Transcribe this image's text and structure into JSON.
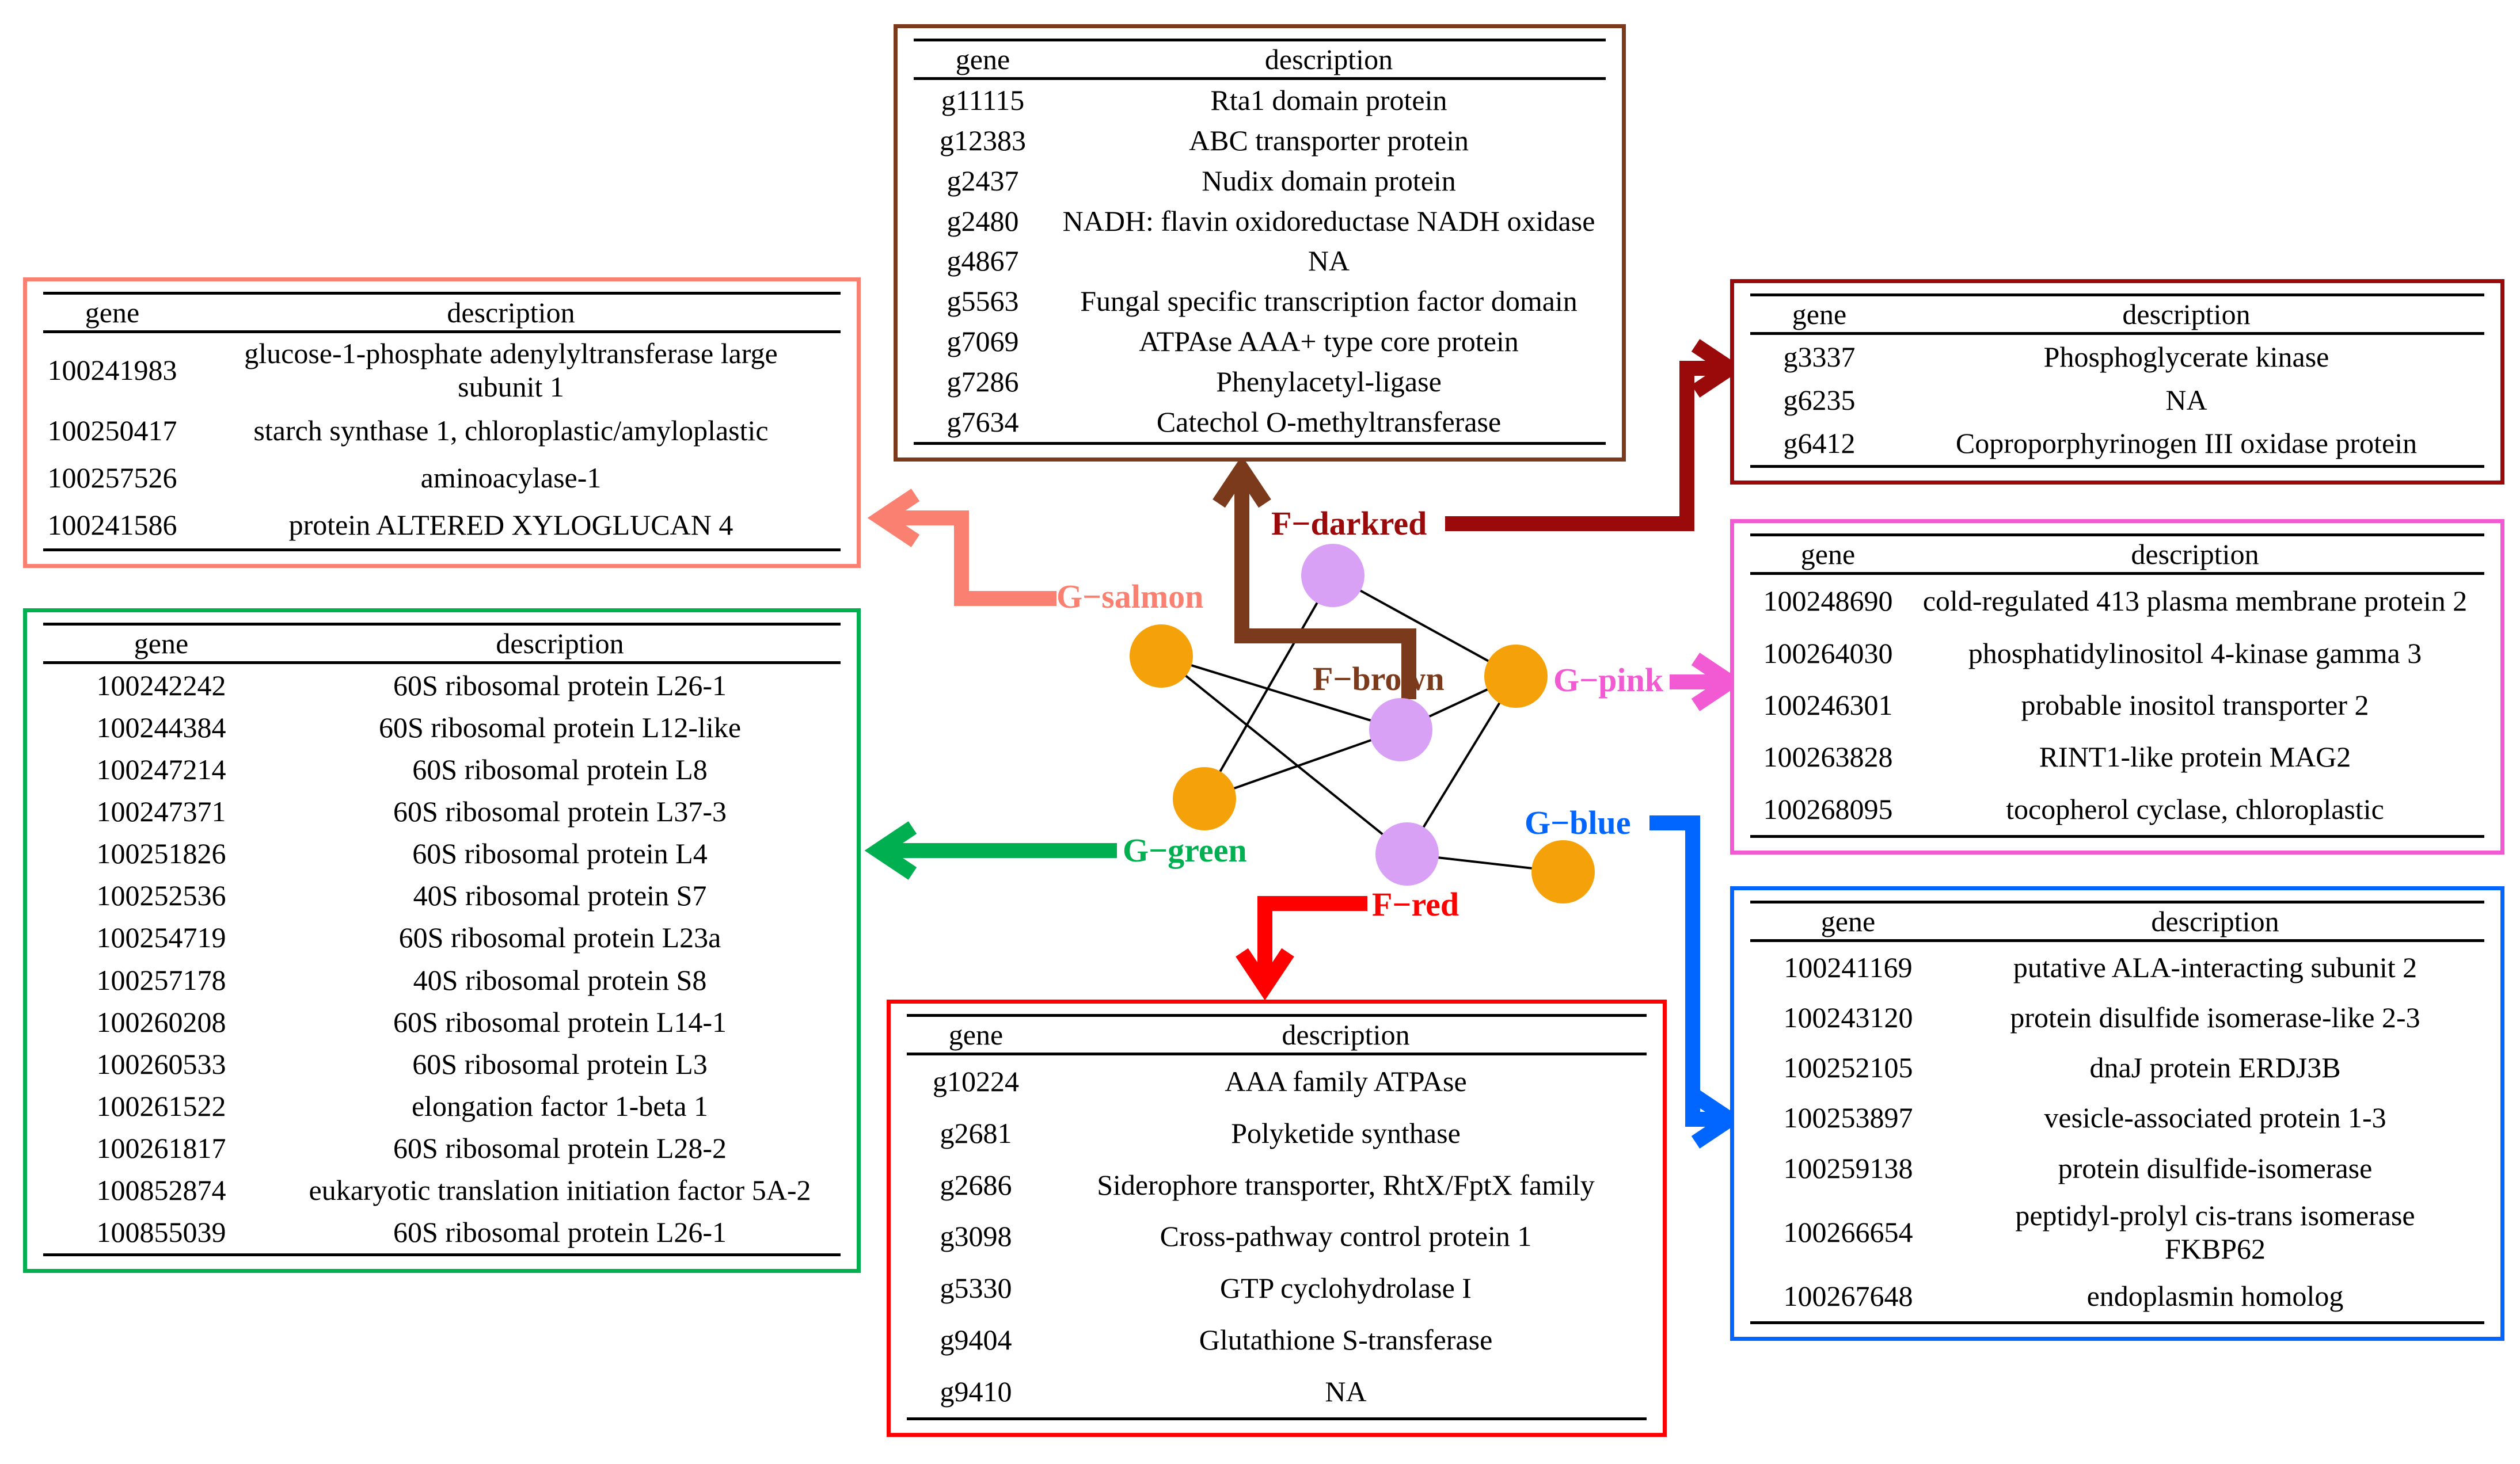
{
  "colors": {
    "salmon": "#fa8072",
    "brown": "#7b3a1c",
    "darkred": "#9a0a0a",
    "pink": "#f25ad4",
    "green": "#00b050",
    "blue": "#0066ff",
    "red": "#ff0000",
    "node_orange": "#f5a20a",
    "node_violet": "#d9a1f5"
  },
  "headers": {
    "gene": "gene",
    "description": "description"
  },
  "module_labels": {
    "salmon": "G−salmon",
    "brown": "F−brown",
    "darkred": "F−darkred",
    "pink": "G−pink",
    "green": "G−green",
    "blue": "G−blue",
    "red": "F−red"
  },
  "tables": {
    "salmon": {
      "rows": [
        {
          "gene": "100241983",
          "description": [
            "glucose-1-phosphate adenylyltransferase large",
            "subunit 1"
          ]
        },
        {
          "gene": "100250417",
          "description": [
            "starch synthase 1, chloroplastic/amyloplastic"
          ]
        },
        {
          "gene": "100257526",
          "description": [
            "aminoacylase-1"
          ]
        },
        {
          "gene": "100241586",
          "description": [
            "protein ALTERED XYLOGLUCAN 4"
          ]
        }
      ]
    },
    "brown": {
      "rows": [
        {
          "gene": "g11115",
          "description": [
            "Rta1 domain protein"
          ]
        },
        {
          "gene": "g12383",
          "description": [
            "ABC transporter protein"
          ]
        },
        {
          "gene": "g2437",
          "description": [
            "Nudix domain protein"
          ]
        },
        {
          "gene": "g2480",
          "description": [
            "NADH: flavin oxidoreductase NADH oxidase"
          ]
        },
        {
          "gene": "g4867",
          "description": [
            "NA"
          ]
        },
        {
          "gene": "g5563",
          "description": [
            "Fungal specific transcription factor domain"
          ]
        },
        {
          "gene": "g7069",
          "description": [
            "ATPAse AAA+ type core protein"
          ]
        },
        {
          "gene": "g7286",
          "description": [
            "Phenylacetyl-ligase"
          ]
        },
        {
          "gene": "g7634",
          "description": [
            "Catechol O-methyltransferase"
          ]
        }
      ]
    },
    "darkred": {
      "rows": [
        {
          "gene": "g3337",
          "description": [
            "Phosphoglycerate kinase"
          ]
        },
        {
          "gene": "g6235",
          "description": [
            "NA"
          ]
        },
        {
          "gene": "g6412",
          "description": [
            "Coproporphyrinogen III oxidase protein"
          ]
        }
      ]
    },
    "pink": {
      "rows": [
        {
          "gene": "100248690",
          "description": [
            "cold-regulated 413 plasma membrane protein 2"
          ]
        },
        {
          "gene": "100264030",
          "description": [
            "phosphatidylinositol 4-kinase gamma 3"
          ]
        },
        {
          "gene": "100246301",
          "description": [
            "probable inositol transporter 2"
          ]
        },
        {
          "gene": "100263828",
          "description": [
            "RINT1-like protein MAG2"
          ]
        },
        {
          "gene": "100268095",
          "description": [
            "tocopherol cyclase, chloroplastic"
          ]
        }
      ]
    },
    "green": {
      "rows": [
        {
          "gene": "100242242",
          "description": [
            "60S ribosomal protein L26-1"
          ]
        },
        {
          "gene": "100244384",
          "description": [
            "60S ribosomal protein L12-like"
          ]
        },
        {
          "gene": "100247214",
          "description": [
            "60S ribosomal protein L8"
          ]
        },
        {
          "gene": "100247371",
          "description": [
            "60S ribosomal protein L37-3"
          ]
        },
        {
          "gene": "100251826",
          "description": [
            "60S ribosomal protein L4"
          ]
        },
        {
          "gene": "100252536",
          "description": [
            "40S ribosomal protein S7"
          ]
        },
        {
          "gene": "100254719",
          "description": [
            "60S ribosomal protein L23a"
          ]
        },
        {
          "gene": "100257178",
          "description": [
            "40S ribosomal protein S8"
          ]
        },
        {
          "gene": "100260208",
          "description": [
            "60S ribosomal protein L14-1"
          ]
        },
        {
          "gene": "100260533",
          "description": [
            "60S ribosomal protein L3"
          ]
        },
        {
          "gene": "100261522",
          "description": [
            "elongation factor 1-beta 1"
          ]
        },
        {
          "gene": "100261817",
          "description": [
            "60S ribosomal protein L28-2"
          ]
        },
        {
          "gene": "100852874",
          "description": [
            "eukaryotic translation initiation factor 5A-2"
          ]
        },
        {
          "gene": "100855039",
          "description": [
            "60S ribosomal protein L26-1"
          ]
        }
      ]
    },
    "red": {
      "rows": [
        {
          "gene": "g10224",
          "description": [
            "AAA family ATPAse"
          ]
        },
        {
          "gene": "g2681",
          "description": [
            "Polyketide synthase"
          ]
        },
        {
          "gene": "g2686",
          "description": [
            "Siderophore transporter, RhtX/FptX family"
          ]
        },
        {
          "gene": "g3098",
          "description": [
            "Cross-pathway control protein 1"
          ]
        },
        {
          "gene": "g5330",
          "description": [
            "GTP cyclohydrolase I"
          ]
        },
        {
          "gene": "g9404",
          "description": [
            "Glutathione S-transferase"
          ]
        },
        {
          "gene": "g9410",
          "description": [
            "NA"
          ]
        }
      ]
    },
    "blue": {
      "rows": [
        {
          "gene": "100241169",
          "description": [
            "putative ALA-interacting subunit 2"
          ]
        },
        {
          "gene": "100243120",
          "description": [
            "protein disulfide isomerase-like 2-3"
          ]
        },
        {
          "gene": "100252105",
          "description": [
            "dnaJ protein ERDJ3B"
          ]
        },
        {
          "gene": "100253897",
          "description": [
            "vesicle-associated protein 1-3"
          ]
        },
        {
          "gene": "100259138",
          "description": [
            "protein disulfide-isomerase"
          ]
        },
        {
          "gene": "100266654",
          "description": [
            "peptidyl-prolyl cis-trans isomerase",
            "FKBP62"
          ]
        },
        {
          "gene": "100267648",
          "description": [
            "endoplasmin homolog"
          ]
        }
      ]
    }
  }
}
